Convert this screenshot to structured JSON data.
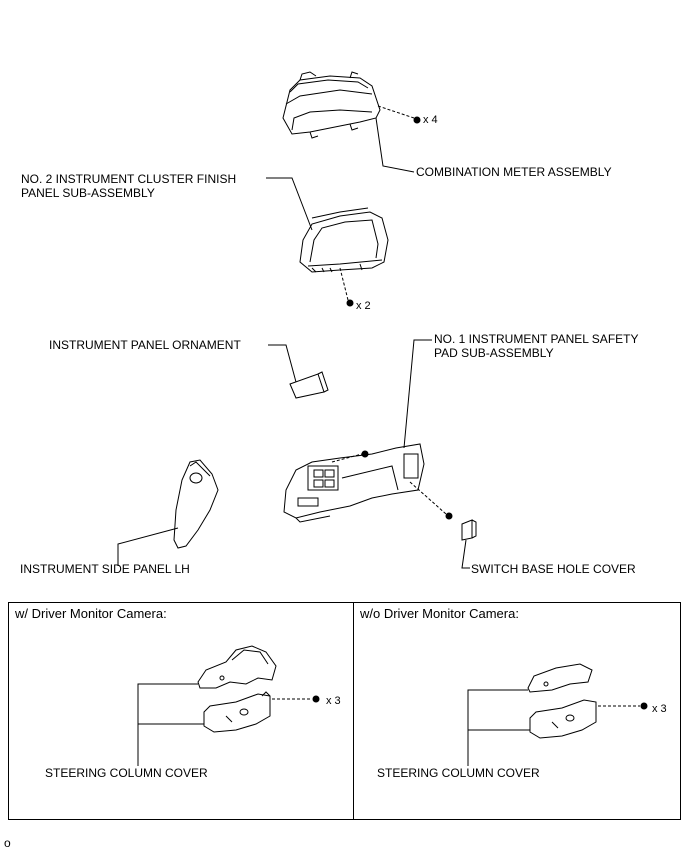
{
  "labels": {
    "combination_meter": "COMBINATION METER ASSEMBLY",
    "cluster_finish_line1": "NO. 2 INSTRUMENT CLUSTER FINISH",
    "cluster_finish_line2": "PANEL SUB-ASSEMBLY",
    "panel_ornament": "INSTRUMENT PANEL ORNAMENT",
    "safety_pad_line1": "NO. 1 INSTRUMENT PANEL SAFETY",
    "safety_pad_line2": "PAD SUB-ASSEMBLY",
    "side_panel": "INSTRUMENT SIDE PANEL LH",
    "switch_cover": "SWITCH BASE HOLE COVER"
  },
  "quantities": {
    "meter_screws": "x 4",
    "cluster_screws": "x 2",
    "with_camera_screws": "x 3",
    "without_camera_screws": "x 3"
  },
  "variants": {
    "with_camera": {
      "title": "w/ Driver Monitor Camera:",
      "part_label": "STEERING COLUMN COVER"
    },
    "without_camera": {
      "title": "w/o Driver Monitor Camera:",
      "part_label": "STEERING COLUMN COVER"
    }
  },
  "footer_code": "o"
}
